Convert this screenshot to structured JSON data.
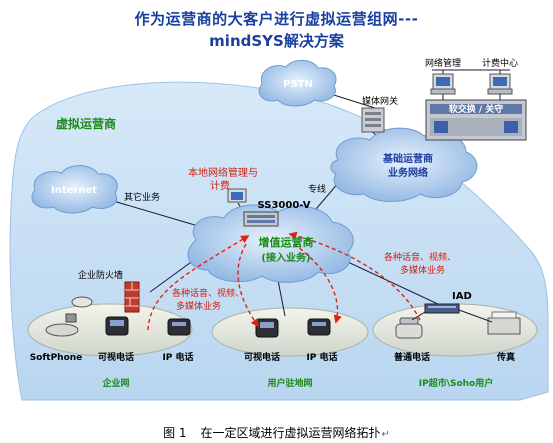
{
  "title": {
    "line1": "作为运营商的大客户进行虚拟运营组网---",
    "line2": "mindSYS解决方案"
  },
  "diagram": {
    "virtual_operator": "虚拟运营商",
    "pstn": "PSTN",
    "internet": "Internet",
    "media_gateway": "媒体网关",
    "network_mgmt": "网络管理",
    "billing_center": "计费中心",
    "softswitch": "软交换 / 关守",
    "base_network_line1": "基础运营商",
    "base_network_line2": "业务网络",
    "local_mgmt_line1": "本地网络管理与",
    "local_mgmt_line2": "计费",
    "dedicated_line": "专线",
    "other_services": "其它业务",
    "ss3000": "SS3000-V",
    "vas_line1": "增值运营商",
    "vas_line2": "(接入业务)",
    "firewall": "企业防火墙",
    "iad": "IAD",
    "multimedia_left_line1": "各种话音、视频、",
    "multimedia_left_line2": "多媒体业务",
    "multimedia_right_line1": "各种话音、视频、",
    "multimedia_right_line2": "多媒体业务",
    "softphone": "SoftPhone",
    "video_phone_1": "可视电话",
    "ip_phone_1": "IP 电话",
    "video_phone_2": "可视电话",
    "ip_phone_2": "IP 电话",
    "ordinary_phone": "普通电话",
    "fax": "传真",
    "enterprise_net": "企业网",
    "user_station_net": "用户驻地网",
    "ip_soho": "IP超市\\Soho用户"
  },
  "caption": {
    "label": "图 1",
    "text": "在一定区域进行虚拟运营网络拓扑"
  },
  "colors": {
    "title": "#1a3fa0",
    "zone": "#bfdaf2",
    "cloud": "#a8c8ea",
    "blue_label": "#1f3fa0",
    "green_label": "#1a8a1a",
    "red_label": "#d02010",
    "dashed_arrow": "#e02010"
  }
}
